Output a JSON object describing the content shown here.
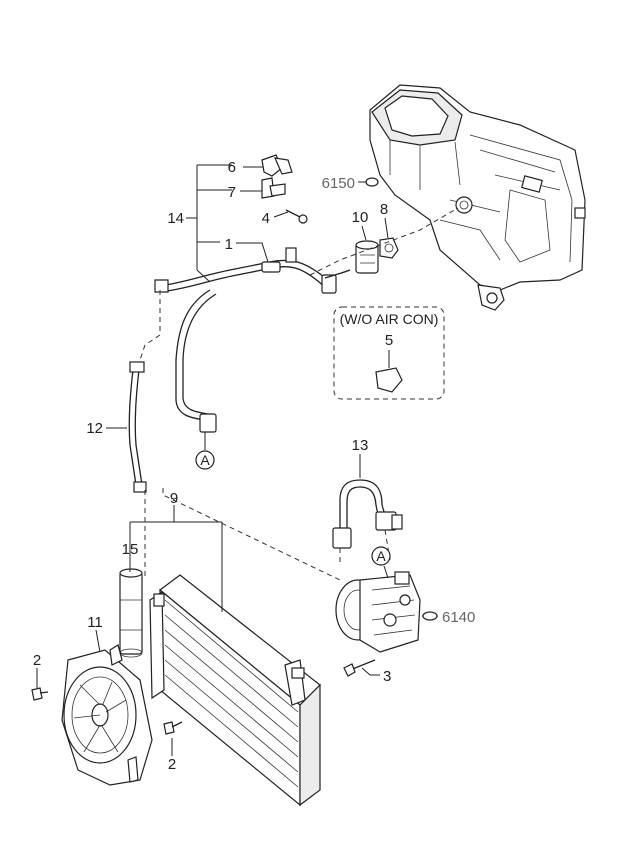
{
  "callouts": {
    "c1": "1",
    "c2a": "2",
    "c2b": "2",
    "c3": "3",
    "c4": "4",
    "c5": "5",
    "c6": "6",
    "c7": "7",
    "c8": "8",
    "c9": "9",
    "c10": "10",
    "c11": "11",
    "c12": "12",
    "c13": "13",
    "c14": "14",
    "c15": "15",
    "c6140": "6140",
    "c6150": "6150"
  },
  "connectors": {
    "a_upper": "A",
    "a_lower": "A"
  },
  "variant_box": {
    "label": "(W/O AIR CON)"
  }
}
